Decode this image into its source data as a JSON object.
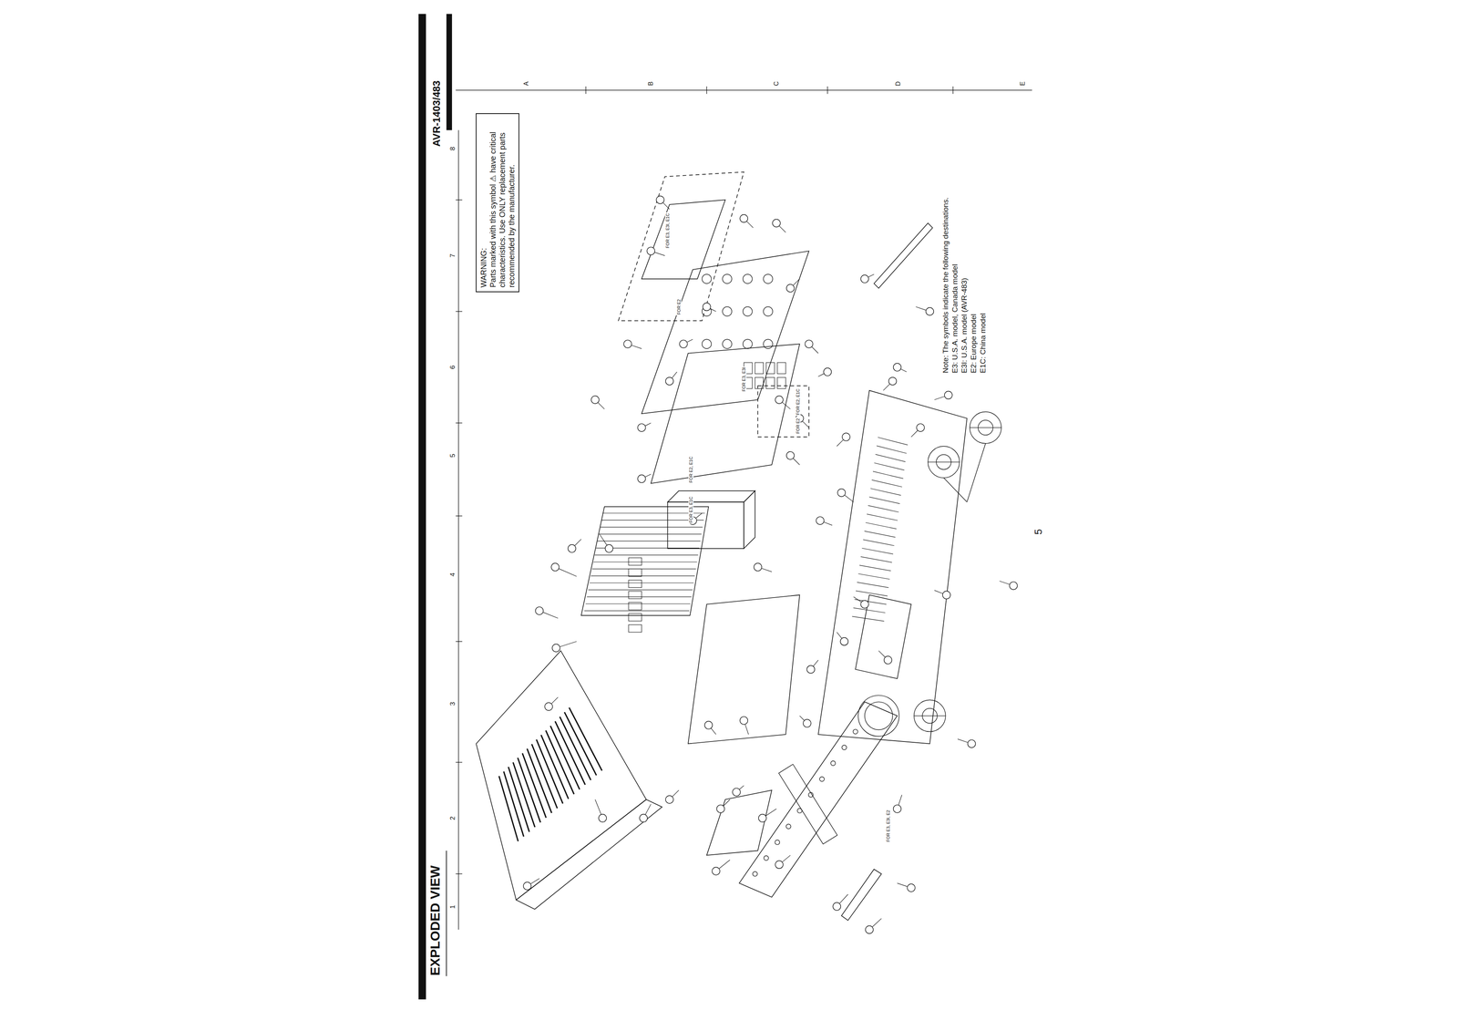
{
  "diagram": {
    "title": "EXPLODED VIEW",
    "nodes": [
      {
        "text": [
          "WARNING:",
          "Parts marked with this symbol ⚠ have critical characteristics. Use ONLY replacement parts recommended by the manufacturer."
        ]
      }
    ],
    "labels": [
      "AVR-1403/483",
      "1",
      "2",
      "3",
      "4",
      "5",
      "6",
      "7",
      "8",
      "A",
      "B",
      "C",
      "D",
      "E",
      "Note: The symbols indicate the following destinations.",
      "E3: U.S.A. model, Canada model",
      "E3I: U.S.A. model (AVR-483)",
      "E2: Europe model",
      "E1C: China model",
      "5",
      "FOR E3, E3I, E2",
      "FOR E3, E1C",
      "FOR E2, E1C",
      "FOR E2",
      "FOR E3, E3I",
      "FOR E2, E1C",
      "FOR E2",
      "FOR E3, E3I, E1C"
    ]
  }
}
